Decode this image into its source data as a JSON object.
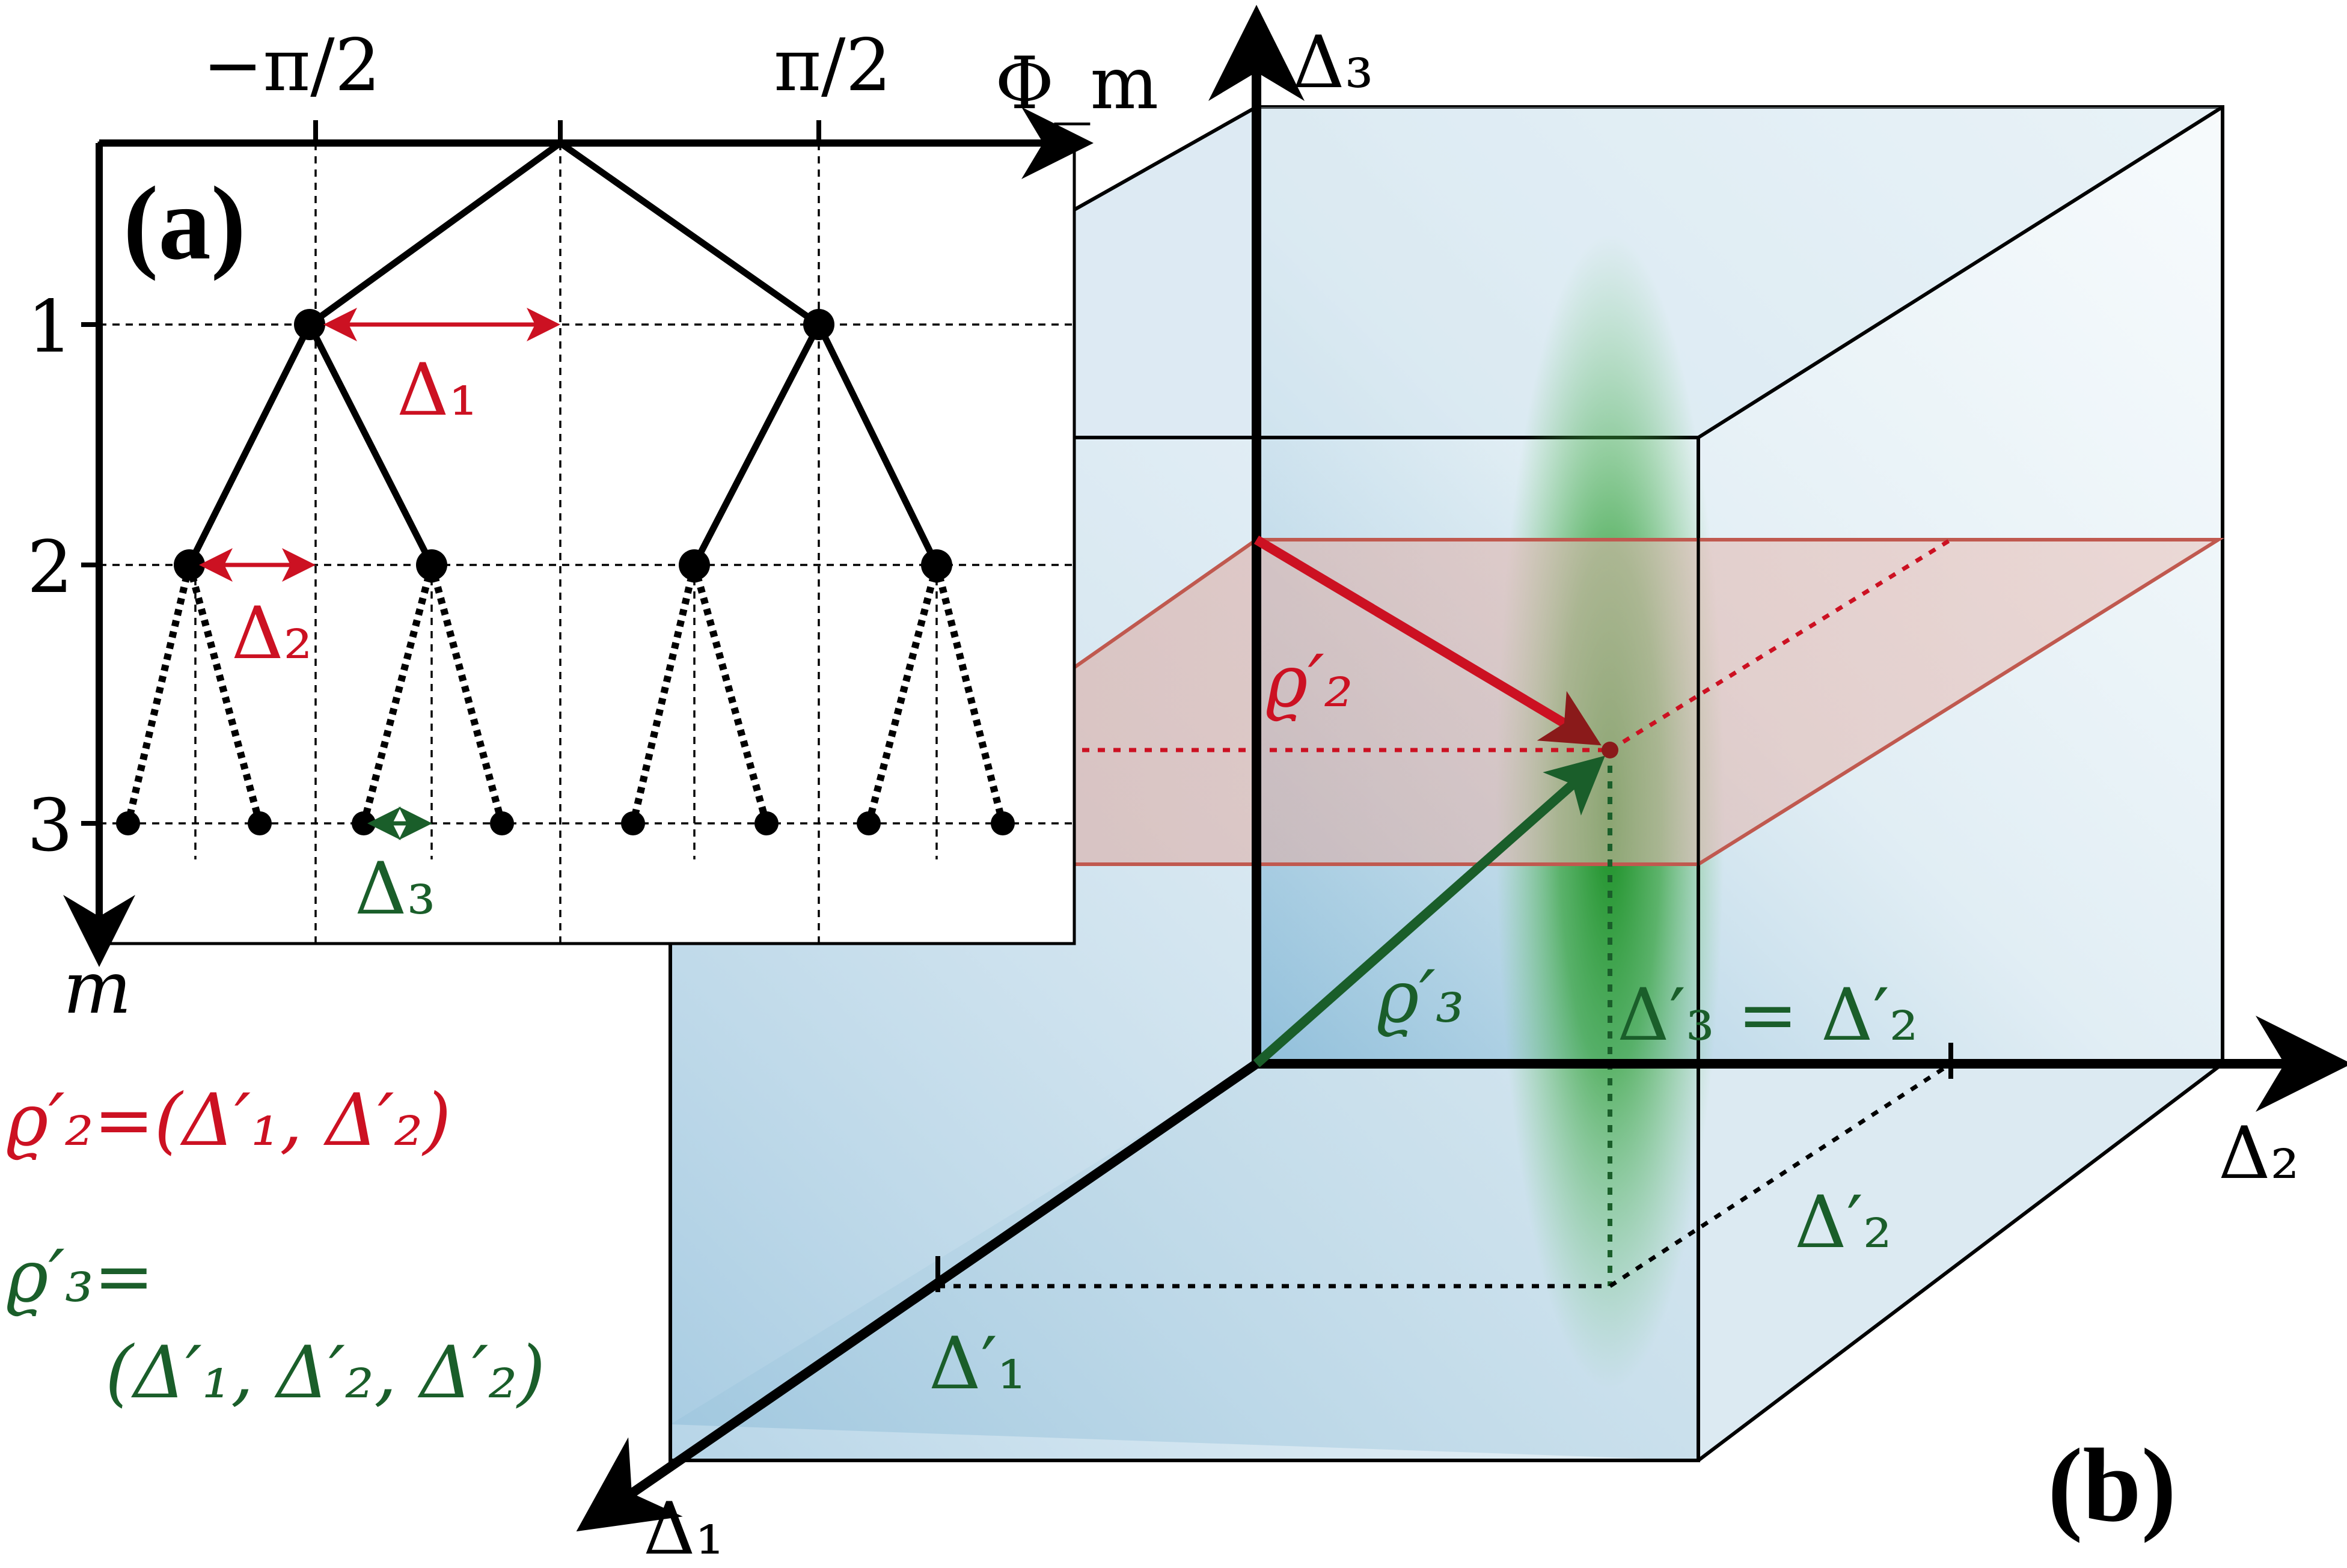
{
  "panel_a": {
    "label": "(a)",
    "x_axis": {
      "label": "Φ_m",
      "tick_left": "−π/2",
      "tick_right": "π/2"
    },
    "y_axis": {
      "label": "m",
      "ticks": [
        "1",
        "2",
        "3"
      ]
    },
    "delta_1": "Δ₁",
    "delta_2": "Δ₂",
    "delta_3": "Δ₃"
  },
  "panel_b": {
    "label": "(b)",
    "axis_1": "Δ₁",
    "axis_2": "Δ₂",
    "axis_3": "Δ₃",
    "rho2": "ϱ′₂",
    "rho3": "ϱ′₃",
    "eq_label": "Δ′₃ = Δ′₂",
    "d2_prime": "Δ′₂",
    "d1_prime": "Δ′₁"
  },
  "legend": {
    "rho2_def": "ϱ′₂=(Δ′₁, Δ′₂)",
    "rho3_def_line1": "ϱ′₃=",
    "rho3_def_line2": "(Δ′₁, Δ′₂, Δ′₂)"
  },
  "colors": {
    "red": "#cc1122",
    "green": "#1a5e2a",
    "black": "#000000",
    "cube_blue": "#8fbdd6",
    "plane_red": "#c86a60"
  }
}
